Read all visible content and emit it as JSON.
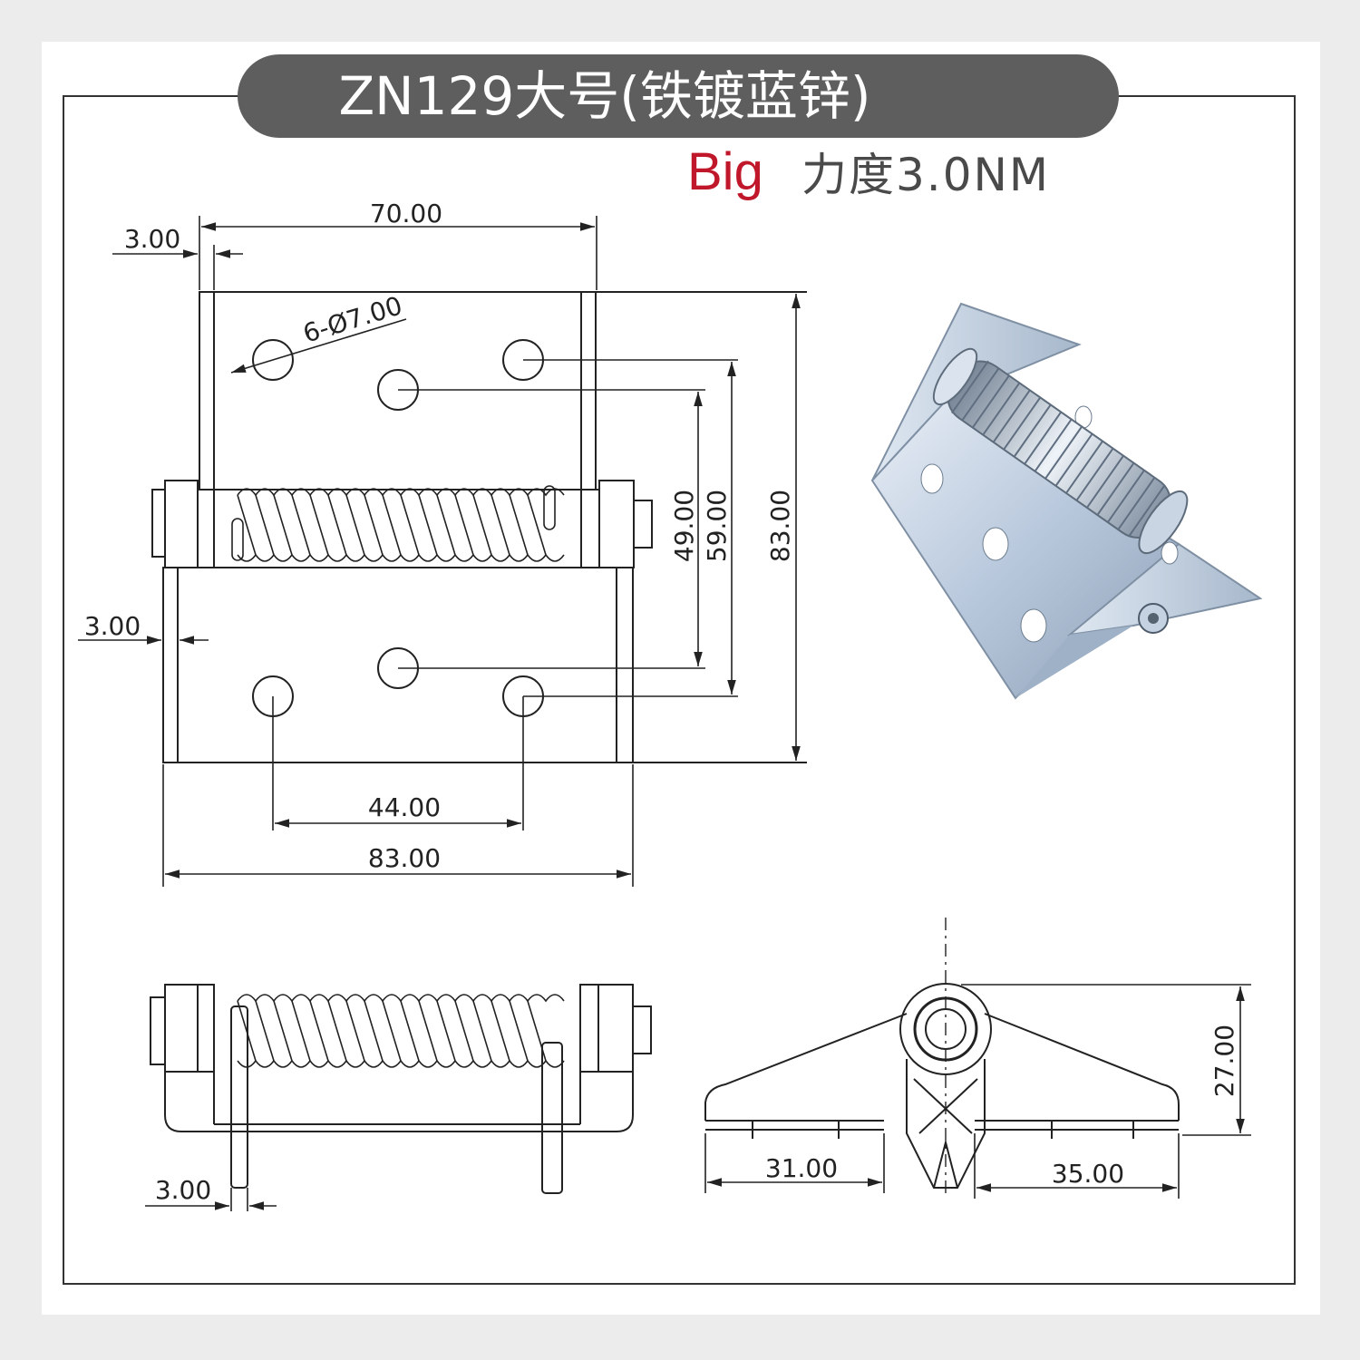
{
  "header": {
    "title": "ZN129大号(铁镀蓝锌)",
    "size_label": "Big",
    "force_label": "力度3.0NM"
  },
  "front_view": {
    "dim_total_width_top": "70.00",
    "dim_leaf_thickness_top": "3.00",
    "dim_holes": "6-Ø7.00",
    "dim_hole_49": "49.00",
    "dim_hole_59": "59.00",
    "dim_height": "83.00",
    "dim_leaf_thickness_left": "3.00",
    "dim_hole_spacing": "44.00",
    "dim_total_width_bottom": "83.00"
  },
  "side_view": {
    "dim_pin_thickness": "3.00"
  },
  "end_view": {
    "dim_height": "27.00",
    "dim_left_wing": "31.00",
    "dim_right_wing": "35.00"
  },
  "colors": {
    "background": "#ececec",
    "frame": "#ffffff",
    "title_pill": "#5e5e5e",
    "accent_red": "#c0182a",
    "line": "#333333",
    "metal": "#b9cbe0"
  }
}
